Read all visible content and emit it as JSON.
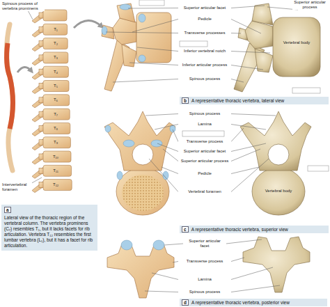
{
  "diagram": {
    "nodes": [
      {
        "text": [
          "a",
          "Lateral view of the thoracic region of the vertebral column. The vertebra prominens (C₇) resembles T₁, but it lacks facets for rib articulation. Vertebra T₁₂ resembles the first lumbar vertebra (L₁), but it has a facet for rib articulation."
        ]
      },
      {
        "text": [
          "b",
          "A representative thoracic vertebra, lateral view"
        ]
      },
      {
        "text": [
          "c",
          "A representative thoracic vertebra, superior view"
        ]
      },
      {
        "text": [
          "d",
          "A representative thoracic vertebra, posterior view"
        ]
      }
    ],
    "labels": [
      "Spinous process of vertebra prominens",
      "T₁",
      "T₂",
      "T₃",
      "T₄",
      "T₅",
      "T₆",
      "T₇",
      "T₈",
      "T₉",
      "T₁₀",
      "T₁₁",
      "T₁₂",
      "Intervertebral foramen",
      "Superior articular facet",
      "Superior articular process",
      "Pedicle",
      "Transverse processes",
      "Vertebral body",
      "Inferior vertebral notch",
      "Inferior articular process",
      "Spinous process",
      "Spinous process",
      "Lamina",
      "Transverse process",
      "Superior articular facet",
      "Superior articular process",
      "Pedicle",
      "Vertebral body",
      "Vertebral foramen",
      "Superior articular facet",
      "Transverse process",
      "Lamina",
      "Spinous process"
    ]
  }
}
